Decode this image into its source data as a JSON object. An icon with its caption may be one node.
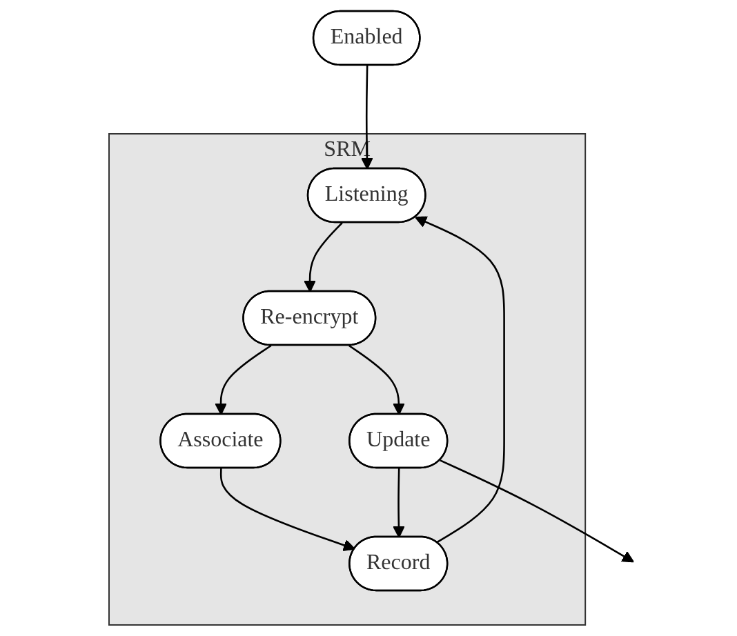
{
  "diagram": {
    "nodes": [
      {
        "text": [
          "Enabled"
        ]
      },
      {
        "text": [
          "SRM"
        ]
      },
      {
        "text": [
          "Listening"
        ],
        "in": 1
      },
      {
        "text": [
          "Re-encrypt"
        ],
        "in": 1
      },
      {
        "text": [
          "Associate"
        ],
        "in": 1
      },
      {
        "text": [
          "Record"
        ],
        "in": 1
      },
      {
        "text": [
          "Update"
        ],
        "in": 1
      }
    ],
    "edges": [
      {
        "from": 0,
        "to": 2,
        "arrow": "to"
      },
      {
        "from": 2,
        "to": 3,
        "arrow": "to"
      },
      {
        "from": 3,
        "to": 4,
        "arrow": "to"
      },
      {
        "from": 4,
        "to": 5,
        "arrow": "to"
      },
      {
        "from": 3,
        "to": 6,
        "arrow": "to"
      },
      {
        "from": 6,
        "to": 5,
        "arrow": "to"
      },
      {
        "from": 5,
        "to": 2,
        "arrow": "to"
      },
      {
        "from": 6,
        "to": null,
        "arrow": "to"
      }
    ]
  }
}
